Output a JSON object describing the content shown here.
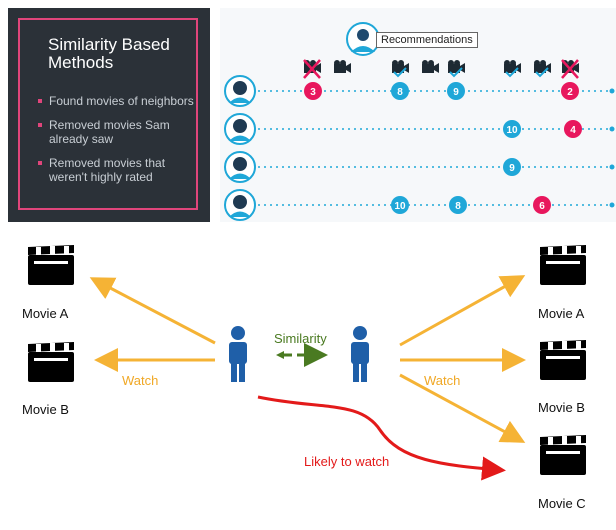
{
  "slide": {
    "title": "Similarity Based Methods",
    "bullets": [
      "Found movies of neighbors",
      "Removed movies Sam already saw",
      "Removed movies that weren't highly rated"
    ]
  },
  "recs": {
    "title": "Recommendations",
    "rows": [
      {
        "badges": [
          {
            "value": "3",
            "color": "pink"
          },
          {
            "value": "8",
            "color": "blue"
          },
          {
            "value": "9",
            "color": "blue"
          },
          {
            "value": "2",
            "color": "pink"
          }
        ]
      },
      {
        "badges": [
          {
            "value": "10",
            "color": "blue"
          },
          {
            "value": "4",
            "color": "pink"
          }
        ]
      },
      {
        "badges": [
          {
            "value": "9",
            "color": "blue"
          }
        ]
      },
      {
        "badges": [
          {
            "value": "10",
            "color": "blue"
          },
          {
            "value": "8",
            "color": "blue"
          },
          {
            "value": "6",
            "color": "pink"
          }
        ]
      }
    ]
  },
  "diagram": {
    "left_movies": [
      "Movie A",
      "Movie B"
    ],
    "right_movies": [
      "Movie A",
      "Movie B",
      "Movie C"
    ],
    "watch_left": "Watch",
    "watch_right": "Watch",
    "similarity": "Similarity",
    "likely": "Likely to watch"
  },
  "colors": {
    "pink": "#e8175d",
    "blue": "#1fa7d8",
    "orange": "#f5b335",
    "green": "#4a7a21",
    "red": "#e31a1a",
    "person": "#1f5fa8"
  }
}
